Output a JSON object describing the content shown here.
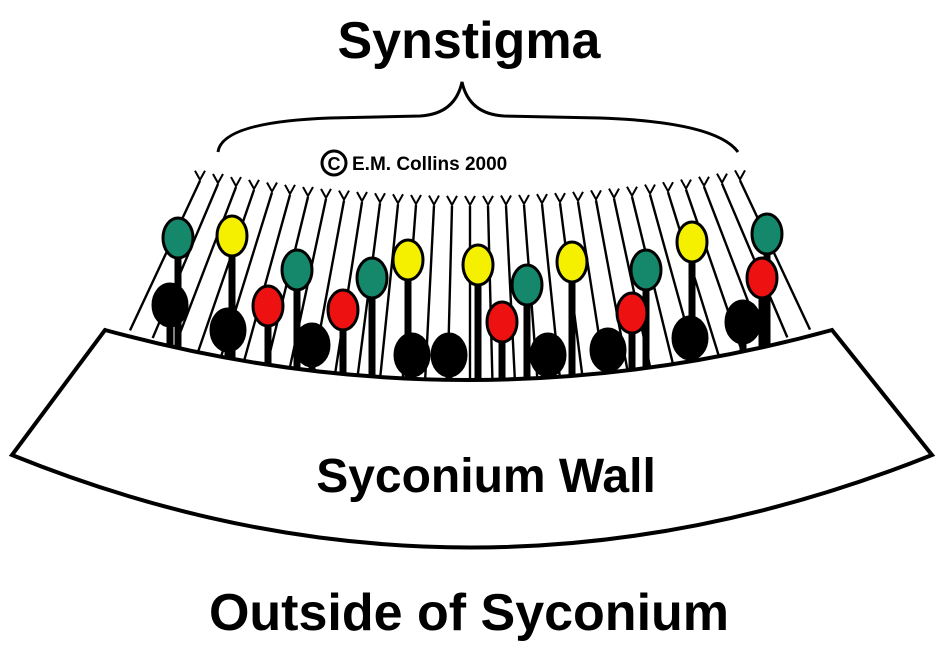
{
  "diagram": {
    "title": "Synstigma",
    "copyright_symbol": "C",
    "copyright_text": "E.M. Collins 2000",
    "wall_label": "Syconium Wall",
    "outside_label": "Outside of Syconium",
    "colors": {
      "outline": "#000000",
      "green": "#15876a",
      "yellow": "#f5f000",
      "red": "#ee1111",
      "black": "#000000",
      "background": "#ffffff"
    }
  }
}
